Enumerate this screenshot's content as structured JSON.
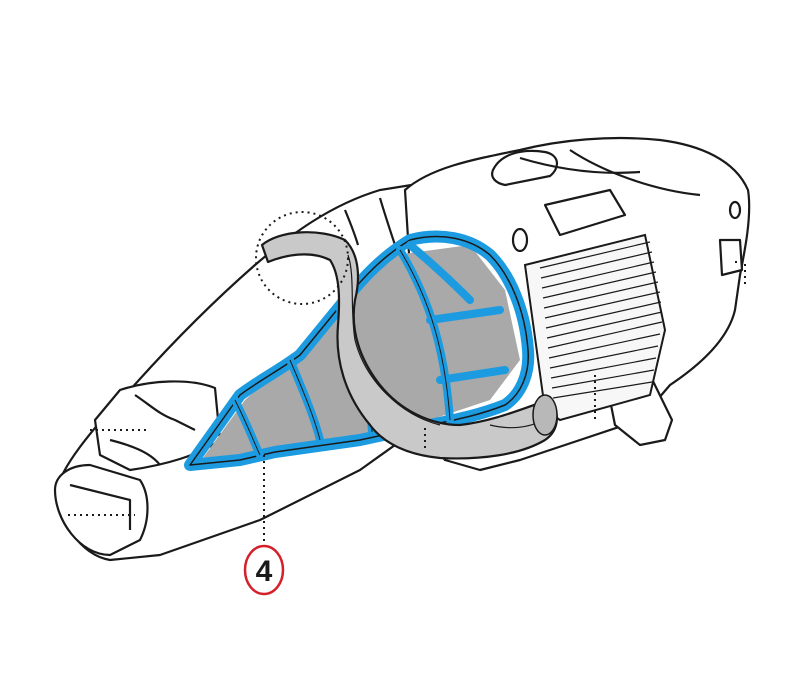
{
  "diagram": {
    "callouts": [
      {
        "label": "4"
      }
    ]
  },
  "colors": {
    "outline": "#1a1a1a",
    "filter_blue": "#1d9be0",
    "filter_grey": "#a9a9a9",
    "handle_grey": "#c9c9c9",
    "callout_ring": "#d4202a",
    "background": "#ffffff"
  },
  "icons": [
    "handheld-vacuum-illustration",
    "filter-cartridge",
    "pleated-filter",
    "callout-circle"
  ]
}
